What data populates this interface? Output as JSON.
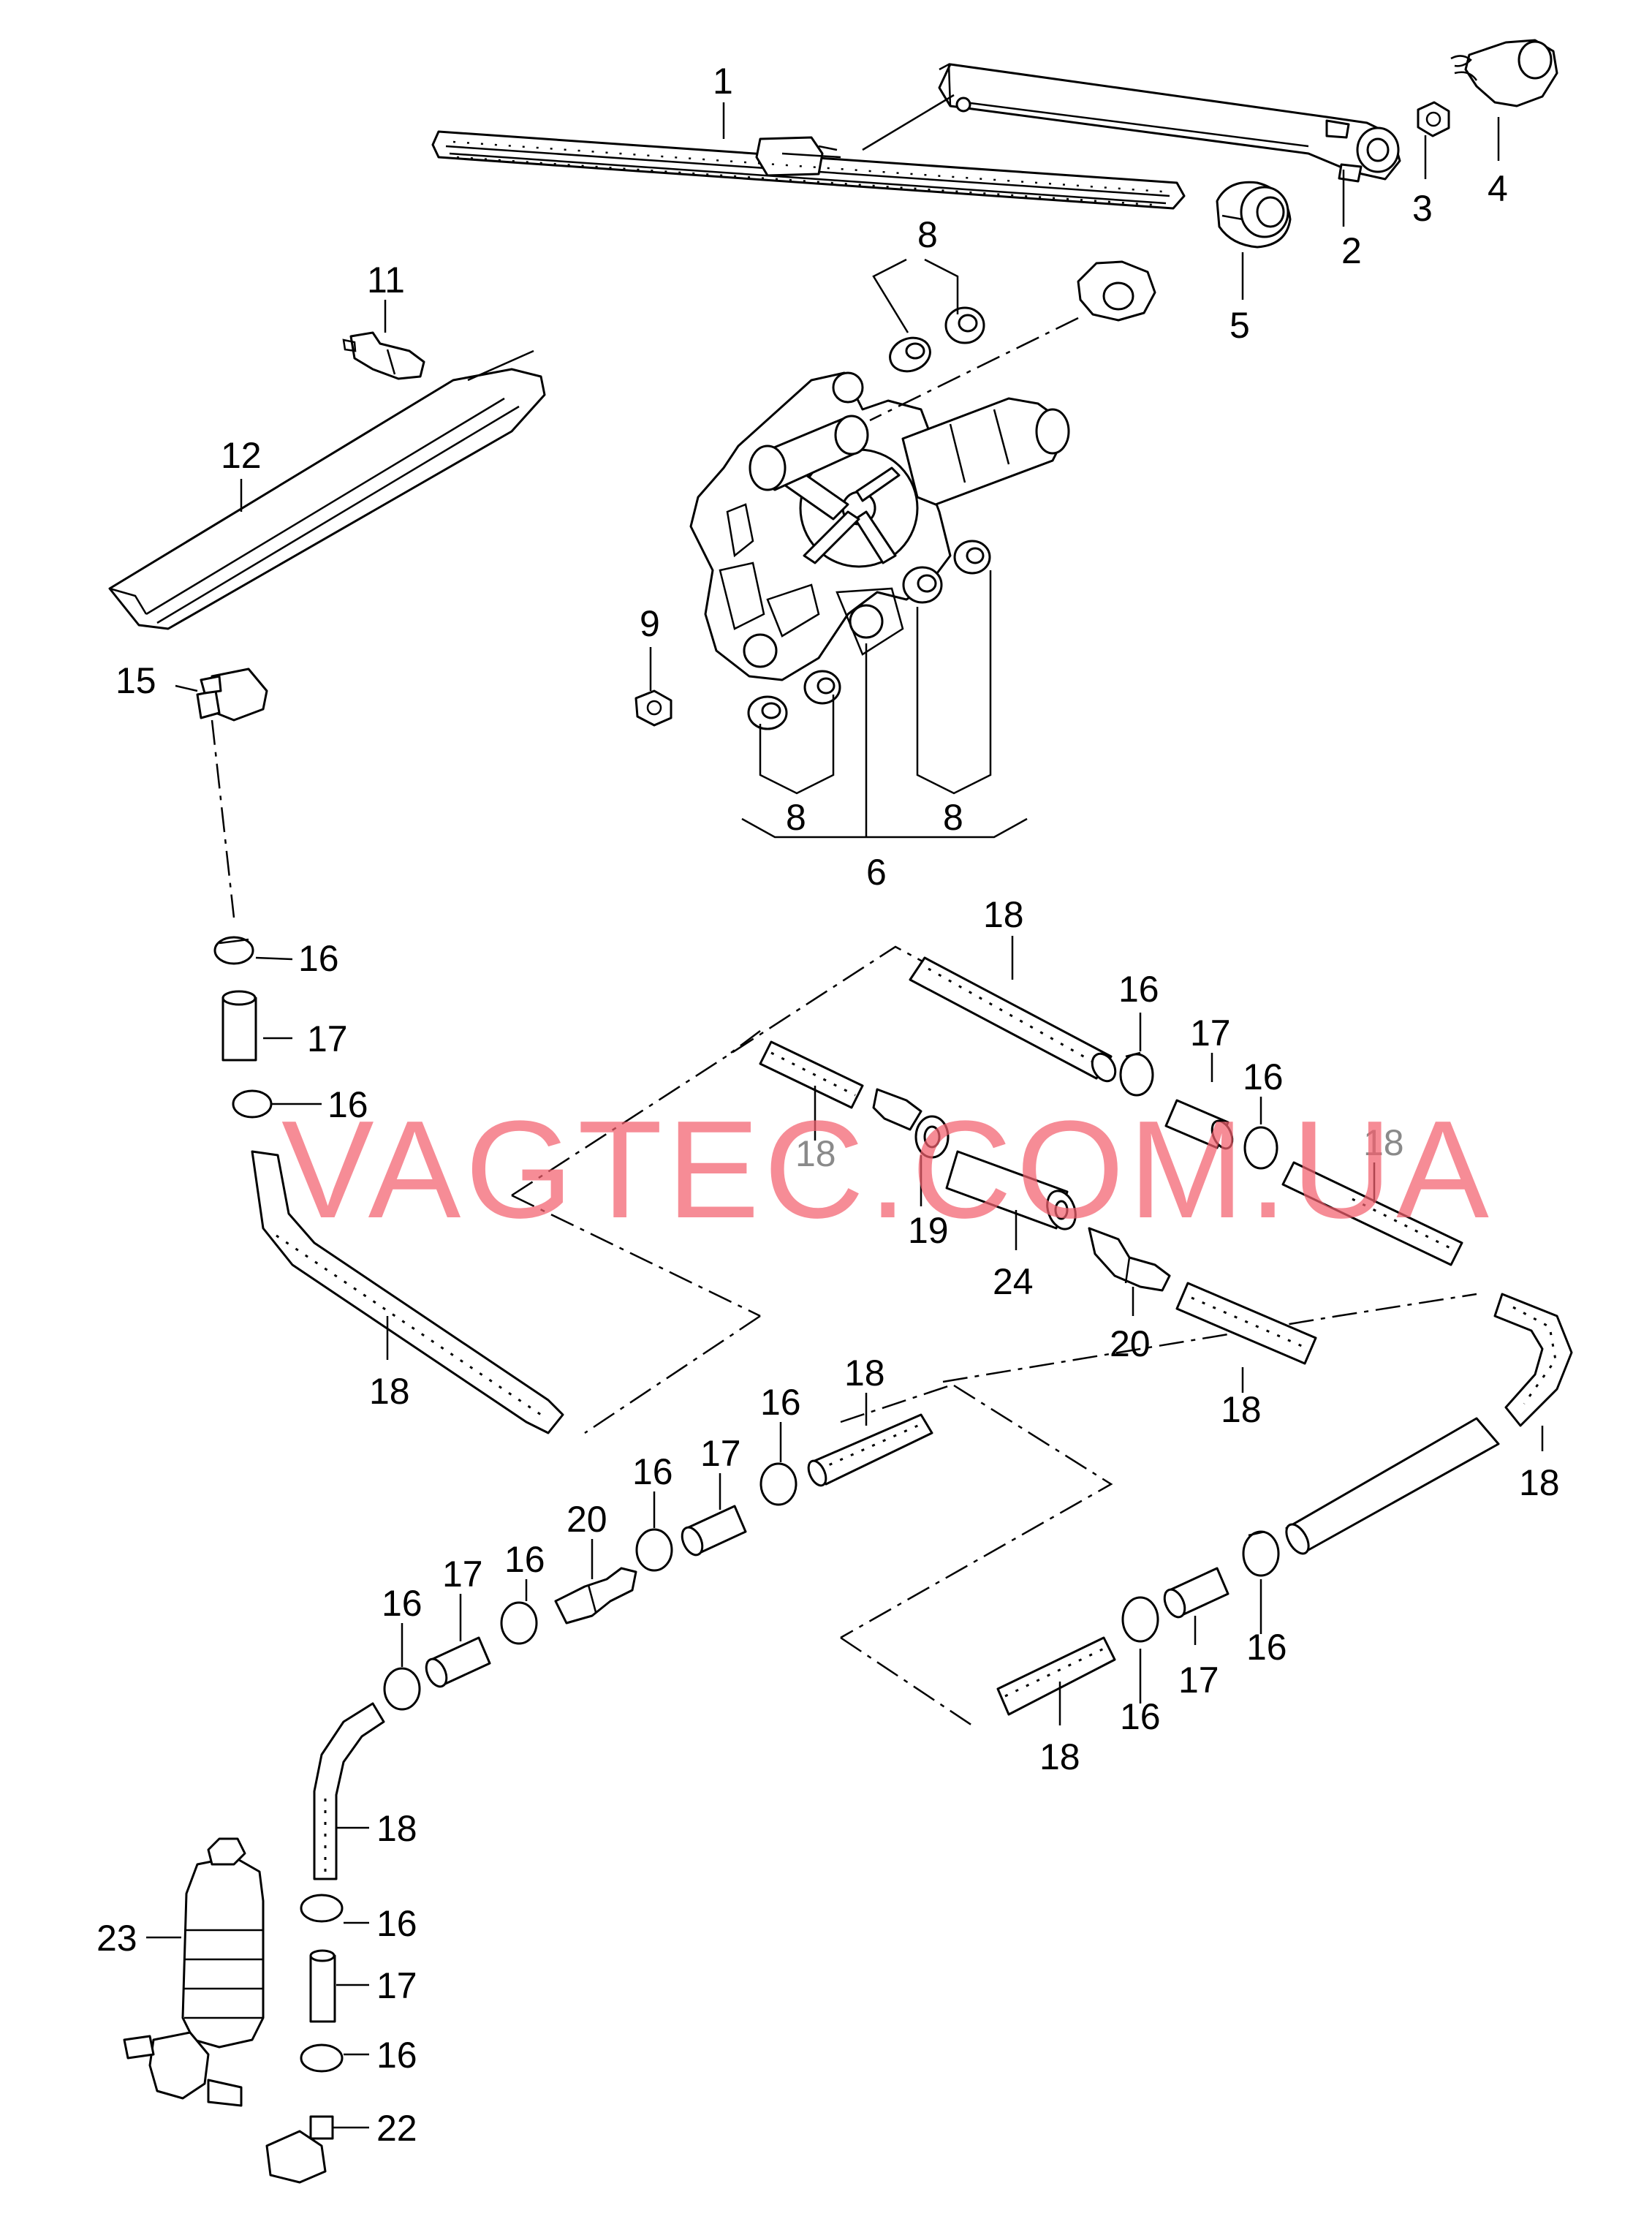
{
  "watermark": "VAGTEC.COM.UA",
  "callouts": {
    "c1": "1",
    "c2": "2",
    "c3": "3",
    "c4": "4",
    "c5": "5",
    "c6": "6",
    "c8": "8",
    "c9": "9",
    "c11": "11",
    "c12": "12",
    "c15": "15",
    "c16": "16",
    "c17": "17",
    "c18": "18",
    "c19": "19",
    "c20": "20",
    "c22": "22",
    "c23": "23",
    "c24": "24"
  }
}
